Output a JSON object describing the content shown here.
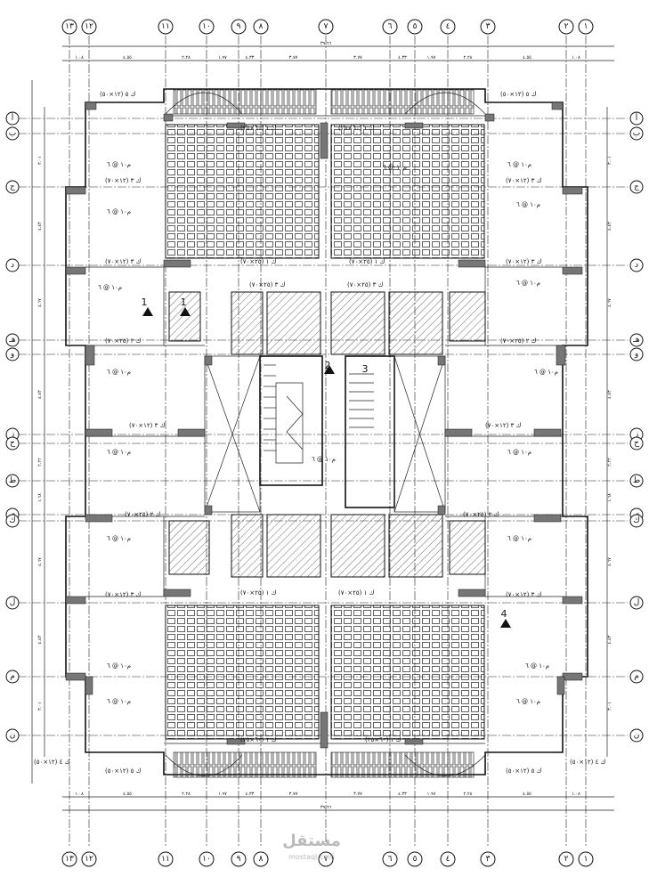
{
  "drawing": {
    "column_axes": [
      "١٣",
      "١٢",
      "١١",
      "١٠",
      "٩",
      "٨",
      "٧",
      "٦",
      "٥",
      "٤",
      "٣",
      "٢",
      "١"
    ],
    "row_axes": [
      "أ",
      "ب",
      "ج",
      "د",
      "هـ",
      "و",
      "ز",
      "ح",
      "ط",
      "ى",
      "ك",
      "ل",
      "م",
      "ن"
    ],
    "top_dimensions": [
      "١.٠٨",
      "٤.٥٥",
      "٢.٢٨",
      "١.٩٧",
      "٤.٣٣",
      "٣.٧٧",
      "٣.٧٧",
      "٤.٣٣",
      "١.٩٧",
      "٢.٢٨",
      "٤.٥٥",
      "١.٠٨"
    ],
    "overall_dimension": "٣٩.٦٦",
    "side_dimensions": [
      "٣.٠١",
      "٤.٤٣",
      "٤.٦٧",
      "٤.٤٣",
      "٢.٢٢",
      "١.٦٨",
      "٤.٦٧",
      "٤.٤٣",
      "٣.٠١"
    ],
    "beam_labels": [
      "ك ٥ (١٢×٥٠)",
      "ك ٣ (١٢×٧٠)",
      "ك ١ (٢٥×٧٠)",
      "ك ٢ (٢٥×٧٠)",
      "ك ١ (٦٠×٢٥)",
      "ك ٣ (٢٥×٧٠)",
      "ك ٤ (١٢×٥٠)"
    ],
    "slab_label": "م١٠ @ ٦",
    "section_marks": [
      "1",
      "2",
      "3",
      "4"
    ],
    "watermark": {
      "text": "مستقل",
      "sub": "mostaql.com"
    }
  }
}
